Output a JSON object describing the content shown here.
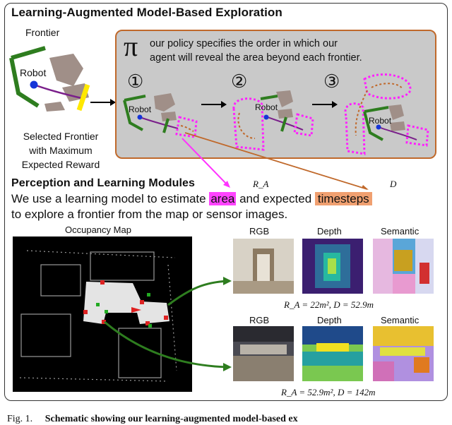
{
  "header": {
    "title": "Learning-Augmented Model-Based Exploration"
  },
  "left_panel": {
    "frontier_label": "Frontier",
    "robot_label": "Robot",
    "selected_caption_lines": [
      "Selected Frontier",
      "with Maximum",
      "Expected Reward"
    ]
  },
  "policy": {
    "symbol": "π",
    "text_lines": [
      "our policy specifies the order in which our",
      "agent will reveal the area beyond each frontier."
    ],
    "steps": [
      "①",
      "②",
      "③"
    ],
    "robot_label": "Robot"
  },
  "perception": {
    "title": "Perception and Learning Modules",
    "line1_pre": "We use a learning model to estimate ",
    "area_word": "area",
    "line1_mid": " and expected ",
    "timesteps_word": "timesteps",
    "line2": "to explore a frontier from the map or sensor images.",
    "ra_symbol": "R_A",
    "d_symbol": "D"
  },
  "map": {
    "title": "Occupancy Map"
  },
  "sensor_rows": [
    {
      "labels": [
        "RGB",
        "Depth",
        "Semantic"
      ],
      "result": "R_A = 22m², D = 52.9m"
    },
    {
      "labels": [
        "RGB",
        "Depth",
        "Semantic"
      ],
      "result": "R_A = 52.9m², D = 142m"
    }
  ],
  "caption": {
    "fig": "Fig. 1.",
    "text": "Schematic showing our learning-augmented model-based ex"
  },
  "colors": {
    "accent_frontier": "#2e7d1f",
    "selected": "#ffe800",
    "path": "#7a1f8a",
    "policy_border": "#c0692b",
    "highlight_area": "#ff44ff",
    "highlight_time": "#f0a070"
  }
}
